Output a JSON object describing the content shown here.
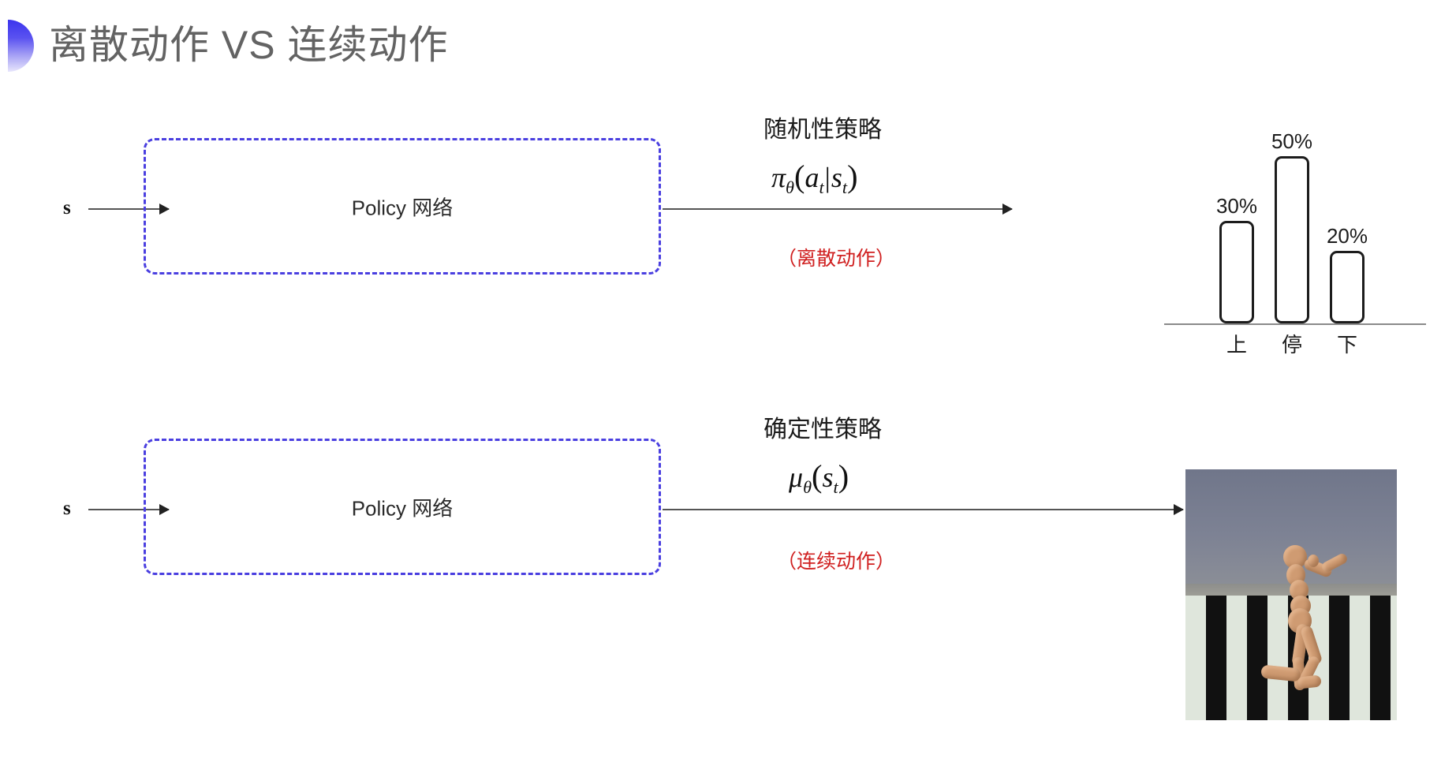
{
  "slide": {
    "title": "离散动作 VS 连续动作",
    "background_color": "#ffffff",
    "title_color": "#636363",
    "accent_color": "#3b34ee"
  },
  "rows": [
    {
      "id": "discrete",
      "input_label": "s",
      "policy_box_label": "Policy 网络",
      "policy_box_border_color": "#4a3fe0",
      "output_heading": "随机性策略",
      "formula": {
        "function": "π",
        "subscript": "θ",
        "open": "(",
        "arg1": "a",
        "arg1_sub": "t",
        "separator": "|",
        "arg2": "s",
        "arg2_sub": "t",
        "close": ")"
      },
      "note": "（离散动作）",
      "note_color": "#d02020"
    },
    {
      "id": "continuous",
      "input_label": "s",
      "policy_box_label": "Policy 网络",
      "policy_box_border_color": "#4a3fe0",
      "output_heading": "确定性策略",
      "formula": {
        "function": "μ",
        "subscript": "θ",
        "open": "(",
        "arg1": "s",
        "arg1_sub": "t",
        "close": ")"
      },
      "note": "（连续动作）",
      "note_color": "#d02020"
    }
  ],
  "chart_data": {
    "type": "bar",
    "title": "",
    "categories": [
      "上",
      "停",
      "下"
    ],
    "values": [
      30,
      50,
      20
    ],
    "value_labels": [
      "30%",
      "50%",
      "20%"
    ],
    "xlabel": "",
    "ylabel": "",
    "ylim": [
      0,
      60
    ],
    "grid": false,
    "legend": null,
    "bar_style": "outlined-rounded",
    "bar_border_color": "#1c1c1c",
    "axis_color": "#8a8a8a"
  },
  "sim_image": {
    "caption": "humanoid-simulation",
    "description": "MuJoCo humanoid on checkerboard floor",
    "sky_color": "#7d8294",
    "floor_colors": [
      "#dfe6dc",
      "#111111"
    ],
    "body_color": "#cf9b72"
  }
}
